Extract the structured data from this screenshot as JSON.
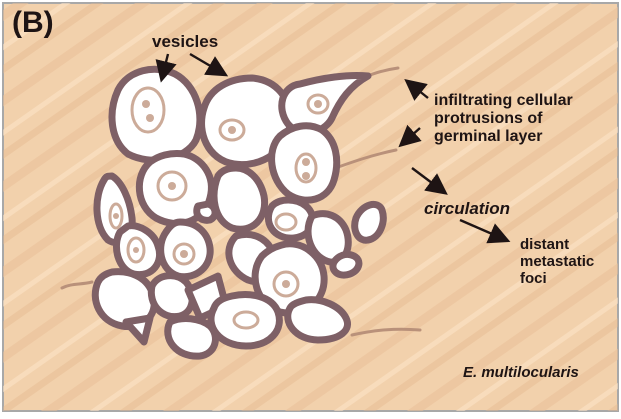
{
  "figure": {
    "panel_letter": "(B)",
    "species": "E. multilocularis"
  },
  "labels": {
    "vesicles": "vesicles",
    "infiltrating_line1": "infiltrating cellular",
    "infiltrating_line2": "protrusions of",
    "infiltrating_line3": "germinal layer",
    "circulation": "circulation",
    "distant_line1": "distant",
    "distant_line2": "metastatic",
    "distant_line3": "foci"
  },
  "colors": {
    "background": "#f2d1ac",
    "frame": "#a8a8a8",
    "vesicle_wall": "#7e6066",
    "germinal_layer": "#ccab99",
    "lumen": "#ffffff",
    "text": "#1e1414"
  }
}
